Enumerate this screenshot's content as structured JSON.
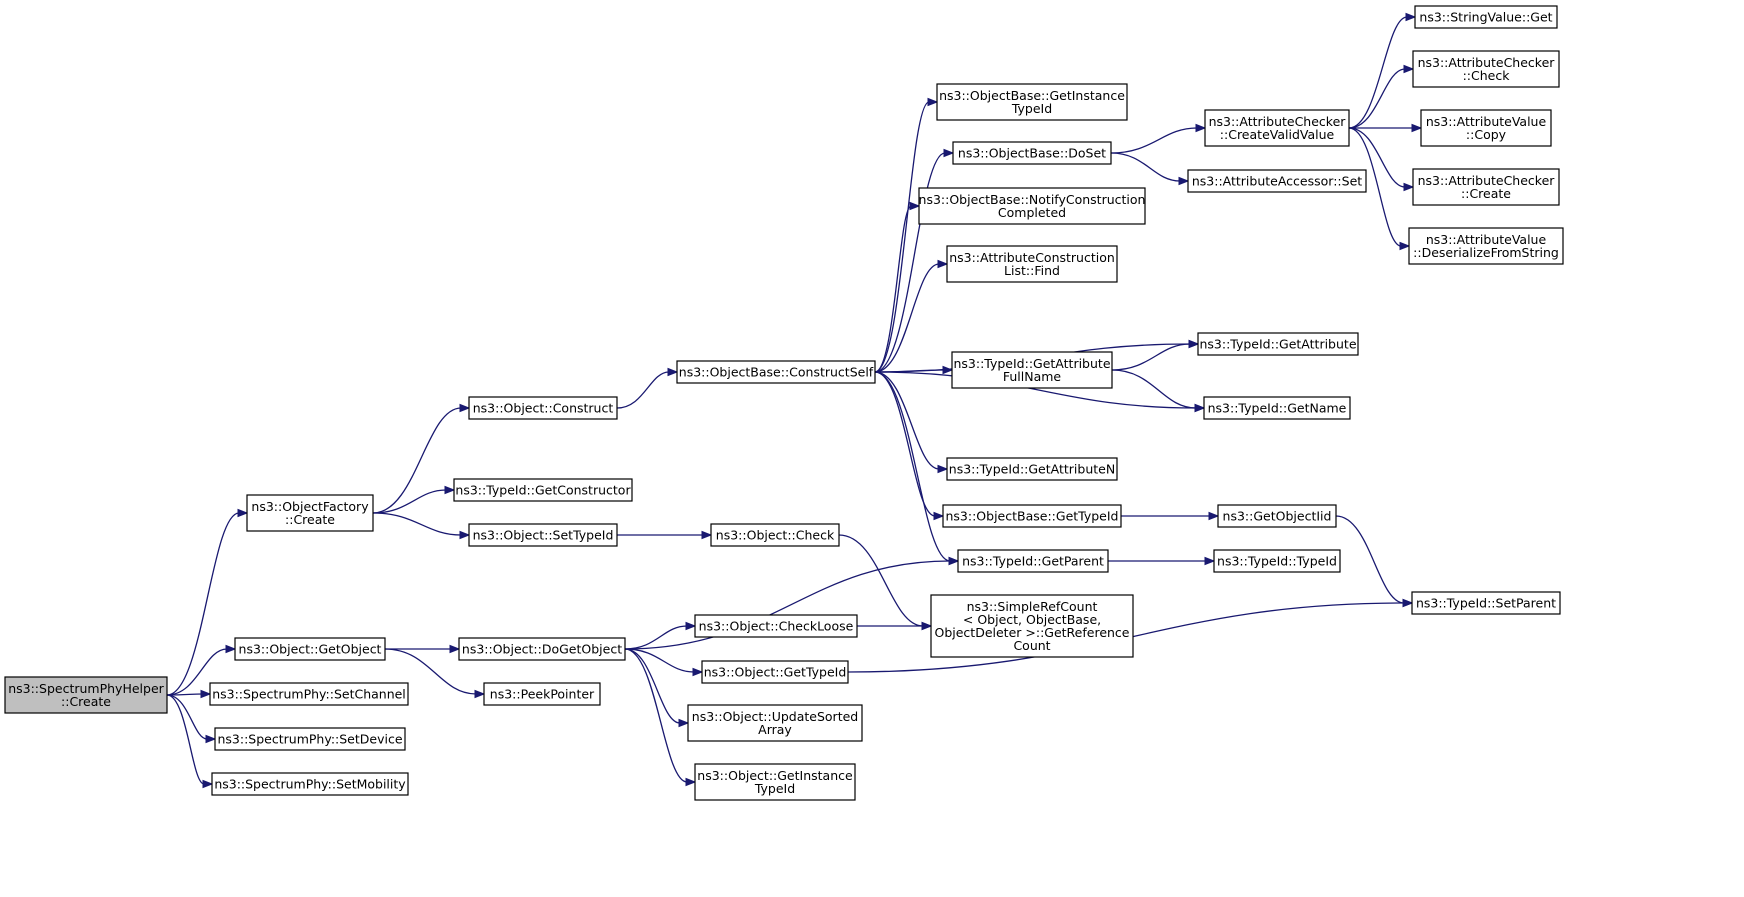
{
  "graph": {
    "title": "",
    "nodes": [
      {
        "id": "root",
        "lines": [
          "ns3::SpectrumPhyHelper",
          "::Create"
        ]
      },
      {
        "id": "of_create",
        "lines": [
          "ns3::ObjectFactory",
          "::Create"
        ]
      },
      {
        "id": "obj_construct",
        "lines": [
          "ns3::Object::Construct"
        ]
      },
      {
        "id": "ob_constructself",
        "lines": [
          "ns3::ObjectBase::ConstructSelf"
        ]
      },
      {
        "id": "ob_getinstancetypeid",
        "lines": [
          "ns3::ObjectBase::GetInstance",
          "TypeId"
        ]
      },
      {
        "id": "ob_doset",
        "lines": [
          "ns3::ObjectBase::DoSet"
        ]
      },
      {
        "id": "ac_createvalidvalue",
        "lines": [
          "ns3::AttributeChecker",
          "::CreateValidValue"
        ]
      },
      {
        "id": "sv_get",
        "lines": [
          "ns3::StringValue::Get"
        ]
      },
      {
        "id": "ac_check",
        "lines": [
          "ns3::AttributeChecker",
          "::Check"
        ]
      },
      {
        "id": "av_copy",
        "lines": [
          "ns3::AttributeValue",
          "::Copy"
        ]
      },
      {
        "id": "ac_create",
        "lines": [
          "ns3::AttributeChecker",
          "::Create"
        ]
      },
      {
        "id": "av_deserialize",
        "lines": [
          "ns3::AttributeValue",
          "::DeserializeFromString"
        ]
      },
      {
        "id": "aa_set",
        "lines": [
          "ns3::AttributeAccessor::Set"
        ]
      },
      {
        "id": "ob_notify",
        "lines": [
          "ns3::ObjectBase::NotifyConstruction",
          "Completed"
        ]
      },
      {
        "id": "acl_find",
        "lines": [
          "ns3::AttributeConstruction",
          "List::Find"
        ]
      },
      {
        "id": "tid_getattribute",
        "lines": [
          "ns3::TypeId::GetAttribute"
        ]
      },
      {
        "id": "tid_getattrfullname",
        "lines": [
          "ns3::TypeId::GetAttribute",
          "FullName"
        ]
      },
      {
        "id": "tid_getname",
        "lines": [
          "ns3::TypeId::GetName"
        ]
      },
      {
        "id": "tid_getattributen",
        "lines": [
          "ns3::TypeId::GetAttributeN"
        ]
      },
      {
        "id": "ob_gettypeid",
        "lines": [
          "ns3::ObjectBase::GetTypeId"
        ]
      },
      {
        "id": "getobjectiid",
        "lines": [
          "ns3::GetObjectIid"
        ]
      },
      {
        "id": "tid_getparent",
        "lines": [
          "ns3::TypeId::GetParent"
        ]
      },
      {
        "id": "tid_typeid",
        "lines": [
          "ns3::TypeId::TypeId"
        ]
      },
      {
        "id": "tid_setparent",
        "lines": [
          "ns3::TypeId::SetParent"
        ]
      },
      {
        "id": "tid_getconstructor",
        "lines": [
          "ns3::TypeId::GetConstructor"
        ]
      },
      {
        "id": "obj_settypeid",
        "lines": [
          "ns3::Object::SetTypeId"
        ]
      },
      {
        "id": "obj_check",
        "lines": [
          "ns3::Object::Check"
        ]
      },
      {
        "id": "simplerefcount",
        "lines": [
          "ns3::SimpleRefCount",
          "< Object, ObjectBase,",
          "ObjectDeleter >::GetReference",
          "Count"
        ]
      },
      {
        "id": "obj_getobject",
        "lines": [
          "ns3::Object::GetObject"
        ]
      },
      {
        "id": "obj_dogetobject",
        "lines": [
          "ns3::Object::DoGetObject"
        ]
      },
      {
        "id": "obj_checkloose",
        "lines": [
          "ns3::Object::CheckLoose"
        ]
      },
      {
        "id": "obj_gettypeid",
        "lines": [
          "ns3::Object::GetTypeId"
        ]
      },
      {
        "id": "obj_updatesorted",
        "lines": [
          "ns3::Object::UpdateSorted",
          "Array"
        ]
      },
      {
        "id": "obj_getinstancetypeid",
        "lines": [
          "ns3::Object::GetInstance",
          "TypeId"
        ]
      },
      {
        "id": "peekpointer",
        "lines": [
          "ns3::PeekPointer"
        ]
      },
      {
        "id": "sp_setchannel",
        "lines": [
          "ns3::SpectrumPhy::SetChannel"
        ]
      },
      {
        "id": "sp_setdevice",
        "lines": [
          "ns3::SpectrumPhy::SetDevice"
        ]
      },
      {
        "id": "sp_setmobility",
        "lines": [
          "ns3::SpectrumPhy::SetMobility"
        ]
      }
    ],
    "edges": [
      [
        "root",
        "of_create"
      ],
      [
        "root",
        "obj_getobject"
      ],
      [
        "root",
        "sp_setchannel"
      ],
      [
        "root",
        "sp_setdevice"
      ],
      [
        "root",
        "sp_setmobility"
      ],
      [
        "of_create",
        "obj_construct"
      ],
      [
        "of_create",
        "tid_getconstructor"
      ],
      [
        "of_create",
        "obj_settypeid"
      ],
      [
        "obj_construct",
        "ob_constructself"
      ],
      [
        "ob_constructself",
        "ob_getinstancetypeid"
      ],
      [
        "ob_constructself",
        "ob_doset"
      ],
      [
        "ob_constructself",
        "ob_notify"
      ],
      [
        "ob_constructself",
        "acl_find"
      ],
      [
        "ob_constructself",
        "tid_getattribute"
      ],
      [
        "ob_constructself",
        "tid_getattrfullname"
      ],
      [
        "ob_constructself",
        "tid_getname"
      ],
      [
        "ob_constructself",
        "tid_getattributen"
      ],
      [
        "ob_constructself",
        "ob_gettypeid"
      ],
      [
        "ob_constructself",
        "tid_getparent"
      ],
      [
        "ob_doset",
        "ac_createvalidvalue"
      ],
      [
        "ob_doset",
        "aa_set"
      ],
      [
        "ac_createvalidvalue",
        "sv_get"
      ],
      [
        "ac_createvalidvalue",
        "ac_check"
      ],
      [
        "ac_createvalidvalue",
        "av_copy"
      ],
      [
        "ac_createvalidvalue",
        "ac_create"
      ],
      [
        "ac_createvalidvalue",
        "av_deserialize"
      ],
      [
        "tid_getattrfullname",
        "tid_getattribute"
      ],
      [
        "tid_getattrfullname",
        "tid_getname"
      ],
      [
        "ob_gettypeid",
        "getobjectiid"
      ],
      [
        "getobjectiid",
        "tid_setparent"
      ],
      [
        "tid_getparent",
        "tid_typeid"
      ],
      [
        "obj_settypeid",
        "obj_check"
      ],
      [
        "obj_check",
        "simplerefcount"
      ],
      [
        "obj_getobject",
        "obj_dogetobject"
      ],
      [
        "obj_getobject",
        "peekpointer"
      ],
      [
        "obj_dogetobject",
        "tid_getparent"
      ],
      [
        "obj_dogetobject",
        "obj_checkloose"
      ],
      [
        "obj_dogetobject",
        "obj_gettypeid"
      ],
      [
        "obj_dogetobject",
        "obj_updatesorted"
      ],
      [
        "obj_dogetobject",
        "obj_getinstancetypeid"
      ],
      [
        "obj_checkloose",
        "simplerefcount"
      ],
      [
        "obj_gettypeid",
        "tid_setparent"
      ]
    ]
  }
}
